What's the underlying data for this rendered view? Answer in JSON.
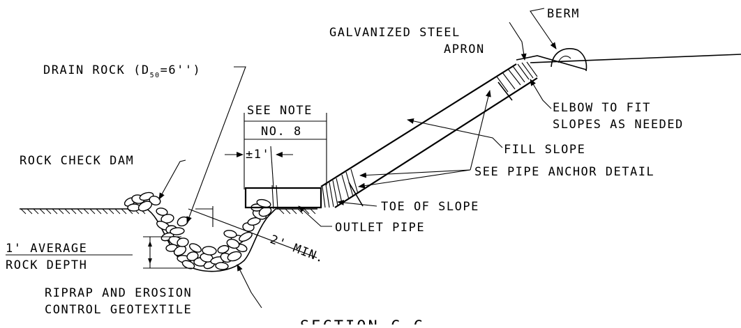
{
  "labels": {
    "berm": "BERM",
    "galvanized_steel_apron_line1": "GALVANIZED STEEL",
    "galvanized_steel_apron_line2": "APRON",
    "drain_rock_prefix": "DRAIN ROCK (D",
    "drain_rock_subscript": "50",
    "drain_rock_suffix": "=6'')",
    "see_note_line1": "SEE NOTE",
    "see_note_line2": "NO. 8",
    "elbow_line1": "ELBOW TO FIT",
    "elbow_line2": "SLOPES AS NEEDED",
    "fill_slope": "FILL SLOPE",
    "rock_check_dam": "ROCK CHECK DAM",
    "see_pipe_anchor": "SEE PIPE ANCHOR DETAIL",
    "plus_minus_one_ft": "±1'",
    "toe_of_slope": "TOE OF SLOPE",
    "outlet_pipe": "OUTLET PIPE",
    "two_ft_min": "2' MIN.",
    "avg_depth_line1": "1' AVERAGE",
    "avg_depth_line2": "ROCK DEPTH",
    "riprap_line1": "RIPRAP AND EROSION",
    "riprap_line2": "CONTROL GEOTEXTILE",
    "section_title": "SECTION C-C"
  }
}
